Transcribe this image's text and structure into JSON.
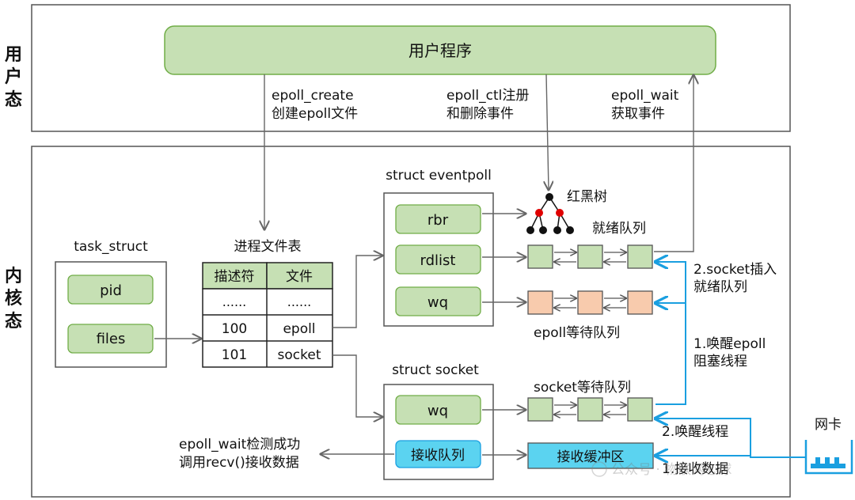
{
  "layers": {
    "user": "用户态",
    "kernel": "内核态"
  },
  "user_program": "用户程序",
  "api_calls": [
    {
      "line1": "epoll_create",
      "line2": "创建epoll文件"
    },
    {
      "line1": "epoll_ctl注册",
      "line2": "和删除事件"
    },
    {
      "line1": "epoll_wait",
      "line2": "获取事件"
    }
  ],
  "task_struct": {
    "title": "task_struct",
    "fields": [
      "pid",
      "files"
    ]
  },
  "fd_table": {
    "title": "进程文件表",
    "headers": [
      "描述符",
      "文件"
    ],
    "rows": [
      [
        "......",
        "......"
      ],
      [
        "100",
        "epoll"
      ],
      [
        "101",
        "socket"
      ]
    ]
  },
  "eventpoll": {
    "title": "struct eventpoll",
    "fields": [
      "rbr",
      "rdlist",
      "wq"
    ]
  },
  "socket": {
    "title": "struct socket",
    "fields": [
      "wq",
      "接收队列"
    ]
  },
  "labels": {
    "rb_tree": "红黑树",
    "ready_list": "就绪队列",
    "epoll_wait_queue": "epoll等待队列",
    "socket_wait_queue": "socket等待队列",
    "recv_buffer": "接收缓冲区",
    "step_insert_1": "2.socket插入",
    "step_insert_2": "就绪队列",
    "step_wake_epoll_1": "1.唤醒epoll",
    "step_wake_epoll_2": "阻塞线程",
    "step_wake_thread": "2.唤醒线程",
    "step_receive": "1.接收数据",
    "nic": "网卡",
    "epoll_wait_detect_1": "epoll_wait检测成功",
    "epoll_wait_detect_2": "调用recv()接收数据",
    "watermark": "公众号 · 物联网心球"
  },
  "colors": {
    "green_fill": "#c6e0b4",
    "green_stroke": "#70ad47",
    "orange_fill": "#f8cbad",
    "cyan_fill": "#5bd3f0",
    "blue_arrow": "#1a9fe0",
    "red_node": "#e00000"
  }
}
